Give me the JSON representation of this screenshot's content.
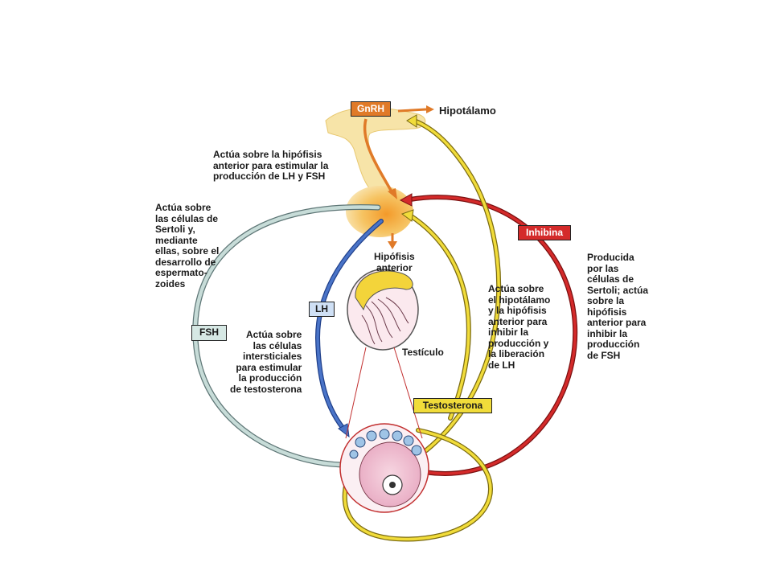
{
  "labels": {
    "gnrh": "GnRH",
    "hipotalamo": "Hipotálamo",
    "hipofisis": "Hipófisis\nanterior",
    "testiculo": "Testículo",
    "lh": "LH",
    "fsh": "FSH",
    "inhibina": "Inhibina",
    "testosterona": "Testosterona"
  },
  "notes": {
    "gnrh_action": "Actúa sobre la hipófisis\nanterior para estimular la\nproducción de LH y FSH",
    "fsh_action": "Actúa sobre\nlas células de\nSertoli y,\nmediante\nellas, sobre el\ndesarrollo de\nespermato-\nzoides",
    "lh_action": "Actúa sobre\nlas células\nintersticiales\npara estimular\nla producción\nde testosterona",
    "testosterona_action": "Actúa sobre\nel hipotálamo\ny la hipófisis\nanterior para\ninhibir la\nproducción y\nla liberación\nde LH",
    "inhibina_action": "Producida\npor las\ncélulas de\nSertoli; actúa\nsobre la\nhipófisis\nanterior para\ninhibir la\nproducción\nde FSH"
  },
  "colors": {
    "gnrh": "#e07a28",
    "lh": "#4a74c8",
    "fsh": "#c7dcd8",
    "inhibina": "#d42a2a",
    "testosterona": "#f1dc3a",
    "pituitary": "#f6c463"
  }
}
